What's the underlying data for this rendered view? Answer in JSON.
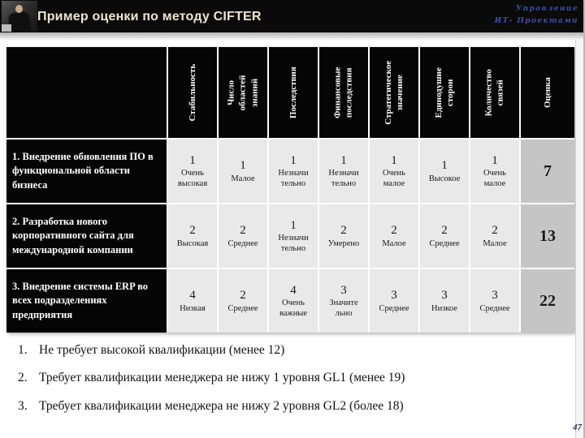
{
  "header": {
    "title": "Пример оценки по методу CIFTER",
    "brand_line1": "Управление",
    "brand_line2": "ИТ- Проектами"
  },
  "table": {
    "column_headers": [
      "Стабильность",
      "Число областей знаний",
      "Последствия",
      "Финансовые последствия",
      "Стратегическое значение",
      "Единодушие сторон",
      "Количество связей",
      "Оценка"
    ],
    "rows": [
      {
        "label": "1. Внедрение обновления ПО в функциональной области бизнеса",
        "cells": [
          {
            "value": "1",
            "note": "Очень высокая"
          },
          {
            "value": "1",
            "note": "Малое"
          },
          {
            "value": "1",
            "note": "Незначи тельно"
          },
          {
            "value": "1",
            "note": "Незначи тельно"
          },
          {
            "value": "1",
            "note": "Очень малое"
          },
          {
            "value": "1",
            "note": "Высокое"
          },
          {
            "value": "1",
            "note": "Очень малое"
          }
        ],
        "score": "7"
      },
      {
        "label": "2. Разработка нового корпоративного сайта для международной компании",
        "cells": [
          {
            "value": "2",
            "note": "Высокая"
          },
          {
            "value": "2",
            "note": "Среднее"
          },
          {
            "value": "1",
            "note": "Незначи тельно"
          },
          {
            "value": "2",
            "note": "Умерено"
          },
          {
            "value": "2",
            "note": "Малое"
          },
          {
            "value": "2",
            "note": "Среднее"
          },
          {
            "value": "2",
            "note": "Малое"
          }
        ],
        "score": "13"
      },
      {
        "label": "3. Внедрение системы ERP во всех подразделениях предприятия",
        "cells": [
          {
            "value": "4",
            "note": "Низкая"
          },
          {
            "value": "2",
            "note": "Среднее"
          },
          {
            "value": "4",
            "note": "Очень важные"
          },
          {
            "value": "3",
            "note": "Значите льно"
          },
          {
            "value": "3",
            "note": "Среднее"
          },
          {
            "value": "3",
            "note": "Низкое"
          },
          {
            "value": "3",
            "note": "Среднее"
          }
        ],
        "score": "22"
      }
    ]
  },
  "conclusions": [
    {
      "num": "1.",
      "text": "Не требует высокой квалификации (менее 12)"
    },
    {
      "num": "2.",
      "text": "Требует квалификации менеджера не нижу 1 уровня GL1 (менее 19)"
    },
    {
      "num": "3.",
      "text": "Требует квалификации менеджера не нижу 2 уровня GL2 (более 18)"
    }
  ],
  "page_number": "47",
  "colors": {
    "header_bg": "#0a0a0a",
    "title_text": "#ece5d3",
    "brand_blue": "#3d4fa6",
    "table_header_bg": "#050505",
    "data_cell_bg": "#e9e9e9",
    "score_cell_bg": "#c5c5c5"
  }
}
